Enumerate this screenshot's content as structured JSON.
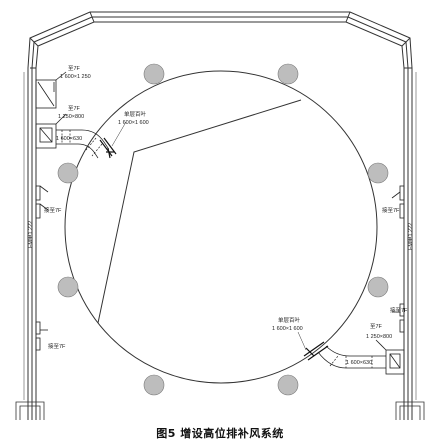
{
  "caption": "图5 增设高位排补风系统",
  "labels": {
    "tl_to7f": "至7F",
    "tl_size": "1 600×1 250",
    "tl2_to7f": "至7F",
    "tl2_size": "1 250×800",
    "tl_duct_size": "1 600×630",
    "tl_louver": "单层百叶",
    "tl_louver_size": "1 600×1 600",
    "left_connect_1": "接至7F",
    "left_fm": "FM甲1 222",
    "left_connect_2": "接至7F",
    "right_connect_1": "接至7F",
    "right_fm": "FM甲1 222",
    "right_connect_2": "接至7F",
    "br_louver": "单层百叶",
    "br_louver_size": "1 600×1 600",
    "br_to7f": "至7F",
    "br_size": "1 250×800",
    "br_duct_size": "1 600×630"
  }
}
